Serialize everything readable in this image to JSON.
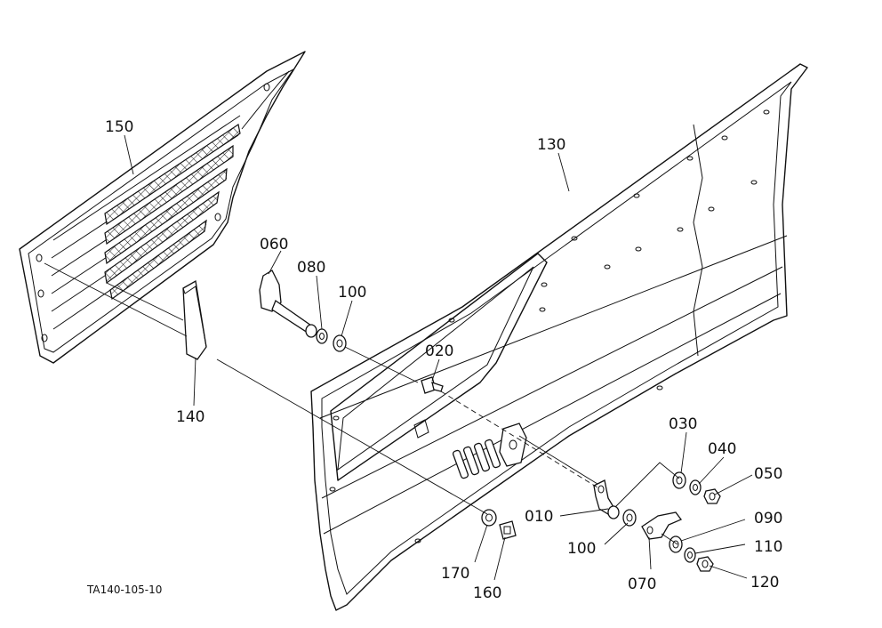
{
  "drawing_code": "TA140-105-10",
  "parts": [
    {
      "key": "p150",
      "label": "150"
    },
    {
      "key": "p130",
      "label": "130"
    },
    {
      "key": "p060",
      "label": "060"
    },
    {
      "key": "p080",
      "label": "080"
    },
    {
      "key": "p100a",
      "label": "100"
    },
    {
      "key": "p020",
      "label": "020"
    },
    {
      "key": "p140",
      "label": "140"
    },
    {
      "key": "p030",
      "label": "030"
    },
    {
      "key": "p040",
      "label": "040"
    },
    {
      "key": "p050",
      "label": "050"
    },
    {
      "key": "p010",
      "label": "010"
    },
    {
      "key": "p100b",
      "label": "100"
    },
    {
      "key": "p090",
      "label": "090"
    },
    {
      "key": "p110",
      "label": "110"
    },
    {
      "key": "p070",
      "label": "070"
    },
    {
      "key": "p120",
      "label": "120"
    },
    {
      "key": "p170",
      "label": "170"
    },
    {
      "key": "p160",
      "label": "160"
    }
  ]
}
